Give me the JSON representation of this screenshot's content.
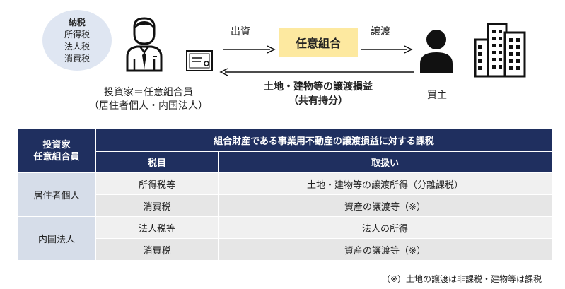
{
  "tax_bubble": {
    "title": "納税",
    "items": [
      "所得税",
      "法人税",
      "消費税"
    ]
  },
  "investor": {
    "label_line1": "投資家＝任意組合員",
    "label_line2": "（居住者個人・内国法人）"
  },
  "flow": {
    "invest_label": "出資",
    "partnership_label": "任意組合",
    "transfer_label": "譲渡",
    "gain_line1": "土地・建物等の譲渡損益",
    "gain_line2": "（共有持分）"
  },
  "buyer": {
    "label": "買主"
  },
  "table": {
    "corner_line1": "投資家",
    "corner_line2": "任意組合員",
    "span_header": "組合財産である事業用不動産の譲渡損益に対する課税",
    "col_tax": "税目",
    "col_treatment": "取扱い",
    "groups": [
      {
        "name": "居住者個人",
        "rows": [
          {
            "tax": "所得税等",
            "treatment": "土地・建物等の譲渡所得（分離課税）"
          },
          {
            "tax": "消費税",
            "treatment": "資産の譲渡等（※）"
          }
        ]
      },
      {
        "name": "内国法人",
        "rows": [
          {
            "tax": "法人税等",
            "treatment": "法人の所得"
          },
          {
            "tax": "消費税",
            "treatment": "資産の譲渡等（※）"
          }
        ]
      }
    ]
  },
  "footnote": "（※）土地の譲渡は非課税・建物等は課税",
  "colors": {
    "header_navy": "#1f2f5f",
    "bubble": "#dfe6f2",
    "partnership_box": "#fde9a0"
  }
}
